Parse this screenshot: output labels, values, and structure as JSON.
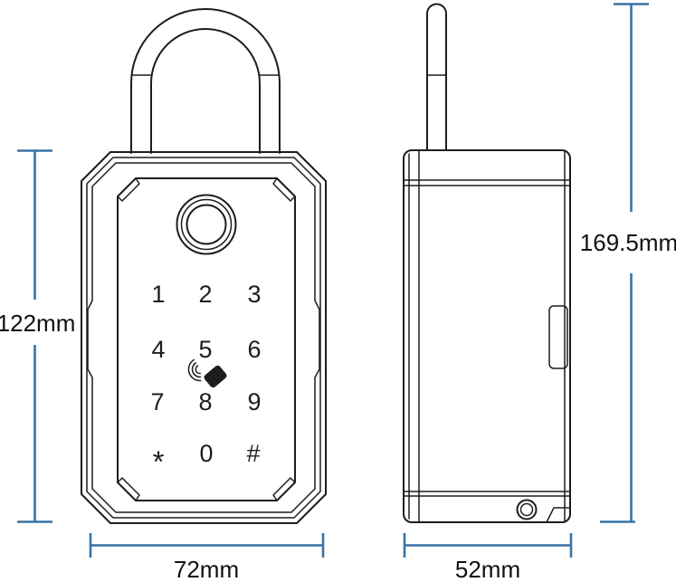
{
  "drawing": {
    "kind": "technical-drawing-two-views",
    "colors": {
      "line_art": "#1d1d1d",
      "dimension_line": "#3873a5",
      "background": "#ffffff"
    },
    "icons": {
      "fingerprint": "fingerprint-sensor",
      "nfc": "nfc-card-with-waves"
    }
  },
  "keypad": {
    "keys": [
      "1",
      "2",
      "3",
      "4",
      "5",
      "6",
      "7",
      "8",
      "9",
      "*",
      "0",
      "#"
    ]
  },
  "dimensions": {
    "front_height": {
      "label": "122mm"
    },
    "overall_height": {
      "label": "169.5mm"
    },
    "front_width": {
      "label": "72mm"
    },
    "side_depth": {
      "label": "52mm"
    }
  }
}
